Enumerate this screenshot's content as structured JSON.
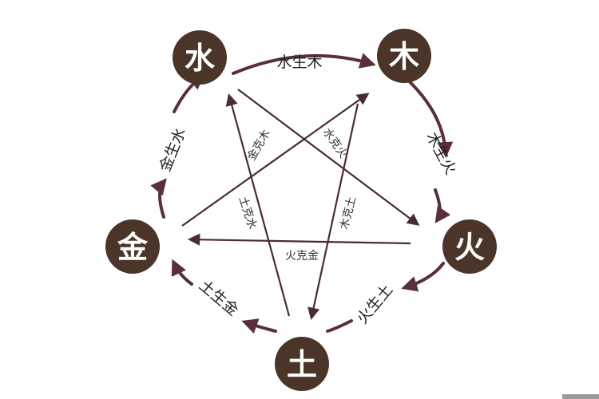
{
  "elements": {
    "water": "水",
    "wood": "木",
    "fire": "火",
    "earth": "土",
    "metal": "金"
  },
  "generating": {
    "water_wood": "水生木",
    "wood_fire": "木生火",
    "fire_earth": "火生土",
    "earth_metal": "土生金",
    "metal_water": "金生水"
  },
  "controlling": {
    "metal_wood": "金克木",
    "water_fire": "水克火",
    "wood_earth": "木克土",
    "earth_water": "土克水",
    "fire_metal": "火克金"
  },
  "colors": {
    "node_fill": "#4a3528",
    "cycle_stroke": "#5a2f3b",
    "star_stroke": "#4a2a36"
  }
}
